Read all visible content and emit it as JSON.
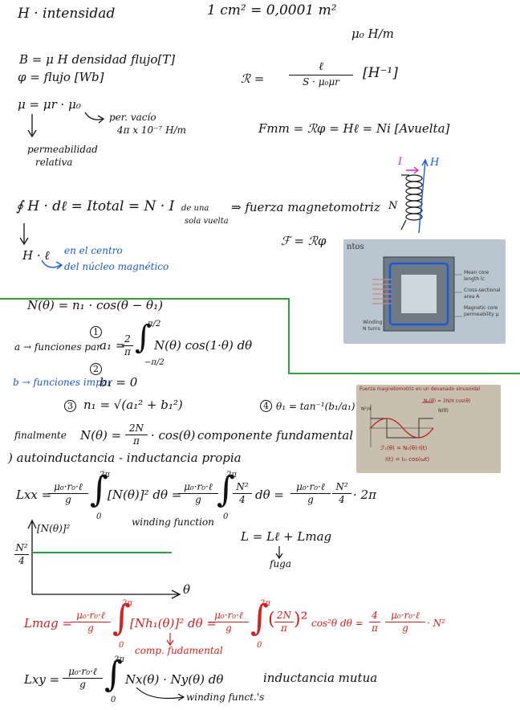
{
  "block1": {
    "h_intensidad": "H · intensidad",
    "cm2": "1 cm² = 0,0001 m²",
    "mu0_units": "μ₀  H/m",
    "b_eq": "B = μ H   densidad flujo[T]",
    "phi_eq": "φ = flujo [Wb]",
    "mu_eq": "μ = μr · μ₀",
    "per_vacio": "per. vacío",
    "four_pi": "4π x 10⁻⁷ H/m",
    "permeabilidad": "permeabilidad",
    "relativa": "relativa",
    "reluctance": "ℛ =",
    "rel_num": "ℓ",
    "rel_den": "S · μ₀μr",
    "rel_units": "[H⁻¹]",
    "fmm": "Fmm = ℛφ = Hℓ = Ni [Avuelta]",
    "fmm_short": "ℱ = ℛφ",
    "integral": "∮ H · dℓ = Itotal = N · I",
    "de_una": "de una",
    "sola_vuelta": "sola vuelta",
    "fuerza_mag": "⇒ fuerza magnetomotriz",
    "hl": "H · ℓ",
    "en_centro": "en el centro",
    "del_nucleo": "del núcleo magnético",
    "coil_i": "I",
    "coil_h": "H",
    "coil_n": "N"
  },
  "block2": {
    "n_theta": "N(θ) = n₁ · cos(θ − θ₁)",
    "a_funciones": "a → funciones par",
    "a1_eq": "a₁ =",
    "a1_frac_num": "2",
    "a1_frac_den": "π",
    "a1_integral": "N(θ) cos(1·θ) dθ",
    "lim_up": "π/2",
    "lim_low": "−π/2",
    "circ1": "1",
    "circ2": "2",
    "circ3": "3",
    "circ4": "4",
    "b_funciones": "b → funciones impar",
    "b1_eq": "b₁ = 0",
    "n1_eq": "n₁ = √(a₁² + b₁²)",
    "theta1_eq": "θ₁ = tan⁻¹(b₁/a₁)",
    "finalmente": "finalmente",
    "n_final": "N(θ) =",
    "n_final_num": "2N",
    "n_final_den": "π",
    "n_final_tail": "· cos(θ)",
    "componente": "componente fundamental"
  },
  "block3": {
    "autoinduc": ") autoinductancia - inductancia propia",
    "lxx": "Lxx =",
    "frac_num": "μ₀·r₀·ℓ",
    "frac_den": "g",
    "lxx_int1": "[N(θ)]² dθ =",
    "lxx_int2": "N²",
    "lxx_int2_den": "4",
    "lxx_tail": "dθ =",
    "lxx_final": "· 2π",
    "two_pi": "2π",
    "zero": "0",
    "winding_function": "winding function",
    "graph_ylabel": "[N(θ)]²",
    "graph_n2": "N²",
    "graph_4": "4",
    "graph_theta": "θ",
    "l_eq": "L = Lℓ + Lmag",
    "fuga": "fuga",
    "lmag": "Lmag =",
    "lmag_int1": "[Nh₁(θ)]² dθ =",
    "lmag_int2": "cos²θ dθ =",
    "lmag_2n": "2N",
    "lmag_pi": "π",
    "four": "4",
    "pi": "π",
    "n2": "· N²",
    "comp_fund": "comp. fudamental",
    "lxy": "Lxy =",
    "lxy_int": "Nx(θ) · Ny(θ) dθ",
    "induc_mutua": "inductancia mutua",
    "winding_funct": "winding funct.'s"
  },
  "photo1": {
    "title": "ntos",
    "lbl1": "Mean core",
    "lbl1b": "length lc",
    "lbl2": "Cross-sectional",
    "lbl2b": "area A",
    "lbl3": "Magnetic core",
    "lbl3b": "permeability μ",
    "lbl4": "Winding",
    "lbl4b": "N turns"
  },
  "photo2": {
    "title": "Fuerza magnetomotriz en un devanado sinusoidal",
    "legend1": "Nₛ(θ) = 2N/π cos(θ)",
    "legend2": "N(θ)",
    "axis_n2": "N²/4",
    "eq1": "ℱₛ(θ) = Nₛ(θ)·I(t)",
    "eq2": "I(t) = Iₘ cos(ωt)"
  },
  "colors": {
    "ink": "#111111",
    "blue": "#1d58d6",
    "red": "#d42020",
    "green": "#2fa33a"
  }
}
